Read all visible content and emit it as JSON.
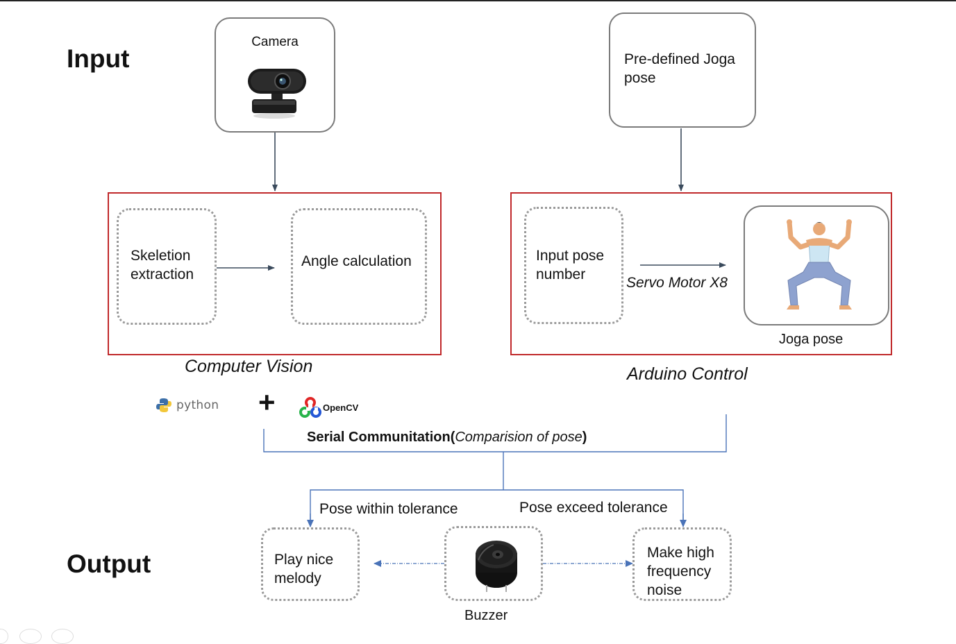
{
  "labels": {
    "input": "Input",
    "output": "Output"
  },
  "camera_box": {
    "label": "Camera"
  },
  "predefined_box": {
    "label": "Pre-defined Joga pose"
  },
  "computer_vision": {
    "caption": "Computer Vision",
    "skeleton": "Skeletion extraction",
    "angle": "Angle calculation"
  },
  "arduino": {
    "caption": "Arduino Control",
    "input_pose": "Input pose number",
    "servo": "Servo Motor X8",
    "joga_caption": "Joga pose"
  },
  "logos": {
    "python": "python",
    "plus": "+",
    "opencv": "OpenCV"
  },
  "serial": {
    "bold": "Serial Communitation(",
    "italic": "Comparision of pose",
    "close": ")"
  },
  "branches": {
    "within": "Pose within tolerance",
    "exceed": "Pose exceed tolerance"
  },
  "outputs": {
    "melody": "Play nice melody",
    "noise": "Make high frequency noise",
    "buzzer": "Buzzer"
  },
  "colors": {
    "frame_red": "#c0282a",
    "flow_blue": "#4a73b8",
    "arrow_dark": "#3a4a5c"
  },
  "icons": [
    "webcam-icon",
    "yoga-figure-icon",
    "buzzer-icon",
    "python-logo-icon",
    "opencv-logo-icon"
  ]
}
